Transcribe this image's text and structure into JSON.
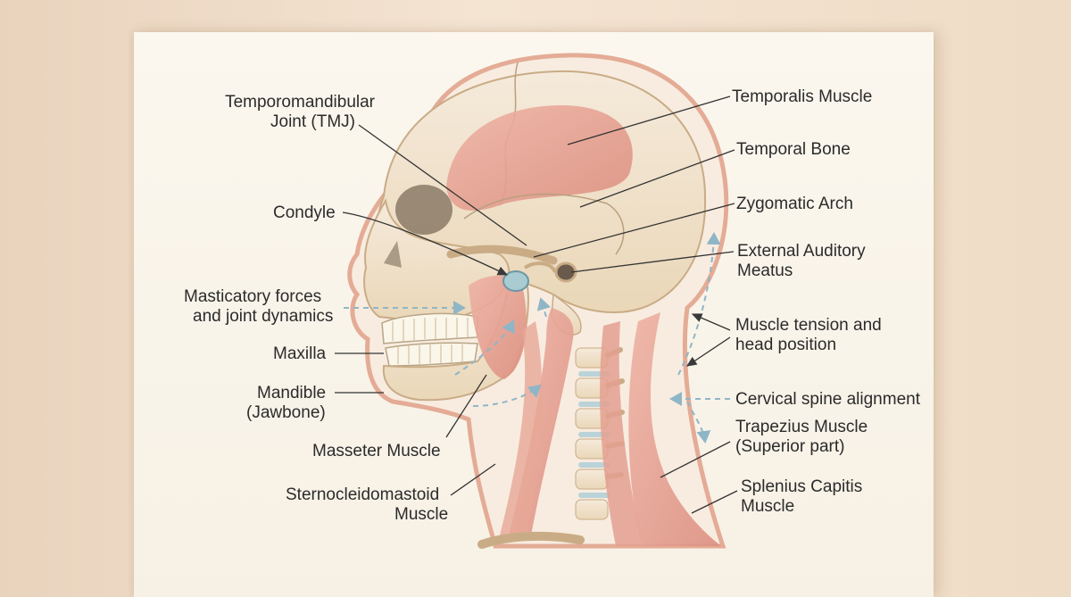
{
  "labels": {
    "tmj": [
      "Temporomandibular",
      "Joint (TMJ)"
    ],
    "condyle": "Condyle",
    "masticatory": [
      "Masticatory forces",
      "and joint dynamics"
    ],
    "maxilla": "Maxilla",
    "mandible": [
      "Mandible",
      "(Jawbone)"
    ],
    "masseter": "Masseter Muscle",
    "scm": [
      "Sternocleidomastoid",
      "Muscle"
    ],
    "temporalis": "Temporalis Muscle",
    "temporal_bone": "Temporal Bone",
    "zygomatic": "Zygomatic Arch",
    "auditory": [
      "External Auditory",
      "Meatus"
    ],
    "tension": [
      "Muscle tension and",
      "head position"
    ],
    "cervical": "Cervical spine alignment",
    "trapezius": [
      "Trapezius Muscle",
      "(Superior part)"
    ],
    "splenius": [
      "Splenius Capitis",
      "Muscle"
    ]
  },
  "colors": {
    "bone": "#f1e3c8",
    "bone_outline": "#c9ac86",
    "muscle": "#e6a598",
    "muscle_dark": "#cf7f72",
    "skin_outline": "#e3a892",
    "leader_line": "#333333",
    "arrow_blue": "#8fb6c7",
    "cartilage": "#b9d3d8"
  }
}
